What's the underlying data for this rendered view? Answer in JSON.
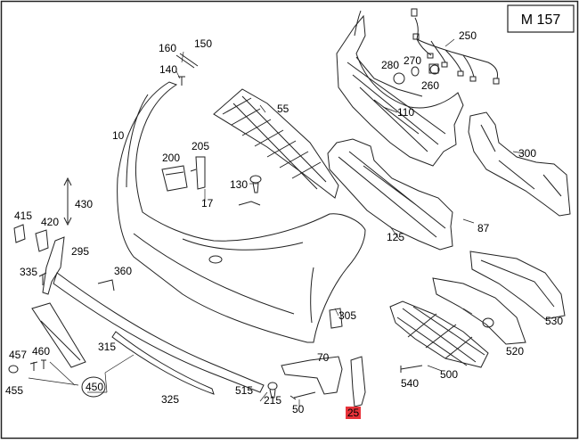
{
  "diagram": {
    "model_code": "M 157",
    "callouts": [
      {
        "id": "150",
        "label": "150"
      },
      {
        "id": "160",
        "label": "160"
      },
      {
        "id": "140",
        "label": "140"
      },
      {
        "id": "250",
        "label": "250"
      },
      {
        "id": "270",
        "label": "270"
      },
      {
        "id": "280",
        "label": "280"
      },
      {
        "id": "260",
        "label": "260"
      },
      {
        "id": "55",
        "label": "55"
      },
      {
        "id": "110",
        "label": "110"
      },
      {
        "id": "10",
        "label": "10"
      },
      {
        "id": "205",
        "label": "205"
      },
      {
        "id": "200",
        "label": "200"
      },
      {
        "id": "300",
        "label": "300"
      },
      {
        "id": "130",
        "label": "130"
      },
      {
        "id": "430",
        "label": "430"
      },
      {
        "id": "17",
        "label": "17"
      },
      {
        "id": "415",
        "label": "415"
      },
      {
        "id": "420",
        "label": "420"
      },
      {
        "id": "87",
        "label": "87"
      },
      {
        "id": "125",
        "label": "125"
      },
      {
        "id": "295",
        "label": "295"
      },
      {
        "id": "335",
        "label": "335"
      },
      {
        "id": "360",
        "label": "360"
      },
      {
        "id": "305",
        "label": "305"
      },
      {
        "id": "530",
        "label": "530"
      },
      {
        "id": "457",
        "label": "457"
      },
      {
        "id": "460",
        "label": "460"
      },
      {
        "id": "315",
        "label": "315"
      },
      {
        "id": "520",
        "label": "520"
      },
      {
        "id": "70",
        "label": "70"
      },
      {
        "id": "455",
        "label": "455"
      },
      {
        "id": "450",
        "label": "450"
      },
      {
        "id": "540",
        "label": "540"
      },
      {
        "id": "500",
        "label": "500"
      },
      {
        "id": "515",
        "label": "515"
      },
      {
        "id": "215",
        "label": "215"
      },
      {
        "id": "325",
        "label": "325"
      },
      {
        "id": "50",
        "label": "50"
      }
    ],
    "highlighted_callout": "25"
  }
}
